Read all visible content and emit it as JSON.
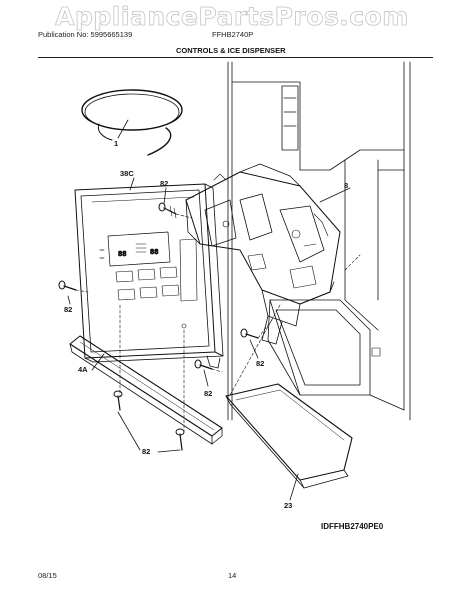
{
  "watermark": "AppliancePartsPros.com",
  "header": {
    "publication": "Publication No: 5995665139",
    "model": "FFHB2740P",
    "section_title": "CONTROLS & ICE DISPENSER"
  },
  "callouts": {
    "c1": "1",
    "c38c": "38C",
    "c82_top": "82",
    "c8": "8",
    "c82_left": "82",
    "c82_mid": "82",
    "c82_center": "82",
    "c4a": "4A",
    "c82_bottom": "82",
    "c23": "23"
  },
  "display": {
    "digits_left": "88",
    "digits_right": "88"
  },
  "diagram_id": "IDFFHB2740PE0",
  "footer": {
    "date": "08/15",
    "page": "14"
  }
}
